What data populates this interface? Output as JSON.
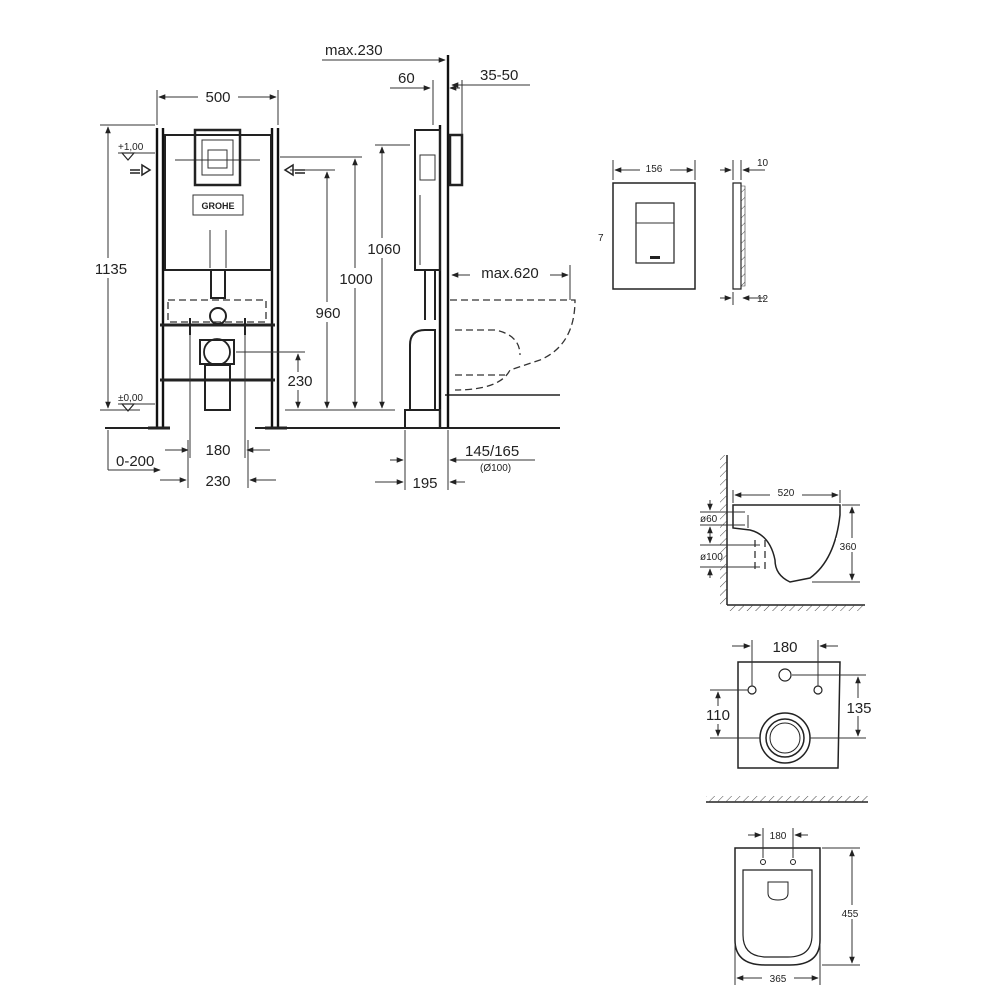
{
  "colors": {
    "stroke": "#222222",
    "background": "#ffffff"
  },
  "front_view": {
    "width_500": "500",
    "height_1135": "1135",
    "h_1000": "1000",
    "h_960": "960",
    "h_1060": "1060",
    "h_230": "230",
    "level_plus": "+1,00",
    "level_zero": "±0,00",
    "spacing_180": "180",
    "spacing_230": "230",
    "offset_0_200": "0-200",
    "brand": "GROHE"
  },
  "side_view": {
    "max_230": "max.230",
    "depth_60": "60",
    "depth_35_50": "35-50",
    "max_620": "max.620",
    "dist_145_165": "145/165",
    "pipe_d100": "(Ø100)",
    "dist_195": "195"
  },
  "flush_plate": {
    "width_156": "156",
    "thick_10": "10",
    "dim_7": "7",
    "dim_12": "12"
  },
  "toilet_side": {
    "len_520": "520",
    "height_360": "360",
    "pipe_60": "ø60",
    "pipe_100": "ø100"
  },
  "toilet_back": {
    "spacing_180": "180",
    "h_110": "110",
    "h_135": "135"
  },
  "toilet_top": {
    "spacing_180": "180",
    "len_455": "455",
    "width_365": "365"
  }
}
